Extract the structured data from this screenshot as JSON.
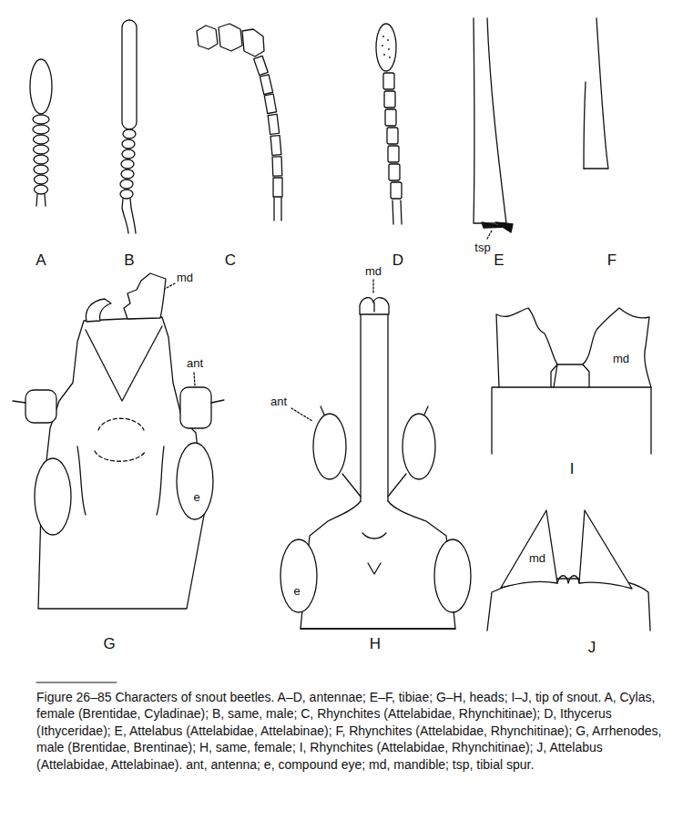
{
  "diagram": {
    "caption": "Figure 26–85 Characters of snout beetles. A–D, antennae; E–F, tibiae; G–H, heads; I–J, tip of snout. A, Cylas, female (Brentidae, Cyladinae); B, same, male; C, Rhynchites (Attelabidae, Rhynchitinae); D, Ithycerus (Ithyceridae); E, Attelabus (Attelabidae, Attelabinae); F, Rhynchites (Attelabidae, Rhynchitinae); G, Arrhenodes, male (Brentidae, Brentinae); H, same, female; I, Rhynchites (Attelabidae, Rhynchitinae); J, Attelabus (Attelabidae, Attelabinae). ant, antenna; e, compound eye; md, mandible; tsp, tibial spur.",
    "labels": [
      "A",
      "B",
      "C",
      "D",
      "E",
      "F",
      "G",
      "H",
      "I",
      "J",
      "tsp",
      "md",
      "ant",
      "e",
      "md",
      "ant",
      "e",
      "md",
      "md"
    ]
  }
}
